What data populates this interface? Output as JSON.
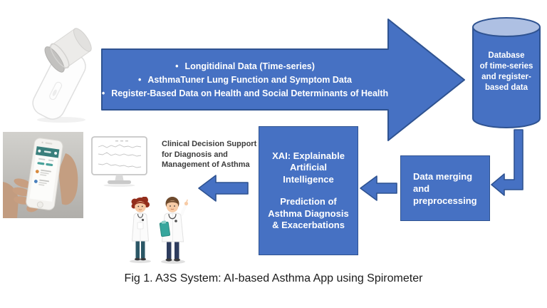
{
  "figure": {
    "caption": "Fig 1. A3S System: AI-based Asthma App using Spirometer"
  },
  "colors": {
    "shape_fill": "#4671c3",
    "shape_border": "#2f5391",
    "cylinder_top": "#aec0e3",
    "text_on_blue": "#ffffff",
    "caption_text": "#1b1b1b"
  },
  "big_arrow": {
    "bullet_char": "•",
    "bullets": [
      "Longitidinal Data (Time-series)",
      "AsthmaTuner Lung Function and Symptom Data",
      "Register-Based Data on Health and Social Determinants of Health"
    ]
  },
  "database": {
    "lines": [
      "Database",
      "of time-series",
      "and register-",
      "based data"
    ]
  },
  "merge_box": {
    "lines": [
      "Data merging",
      "and",
      "preprocessing"
    ]
  },
  "xai_box": {
    "title_lines": [
      "XAI: Explainable",
      "Artificial",
      "Intelligence"
    ],
    "body_lines": [
      "Prediction of",
      "Asthma Diagnosis",
      "& Exacerbations"
    ]
  },
  "cds_label": {
    "lines": [
      "Clinical Decision Support",
      "for Diagnosis and",
      "Management of Asthma"
    ]
  },
  "icons": {
    "spirometer": "spirometer-device-photo",
    "phone": "phone-app-photo",
    "monitor": "monitor-with-charts-icon",
    "doctors": "doctors-illustration",
    "database": "database-cylinder-icon"
  }
}
